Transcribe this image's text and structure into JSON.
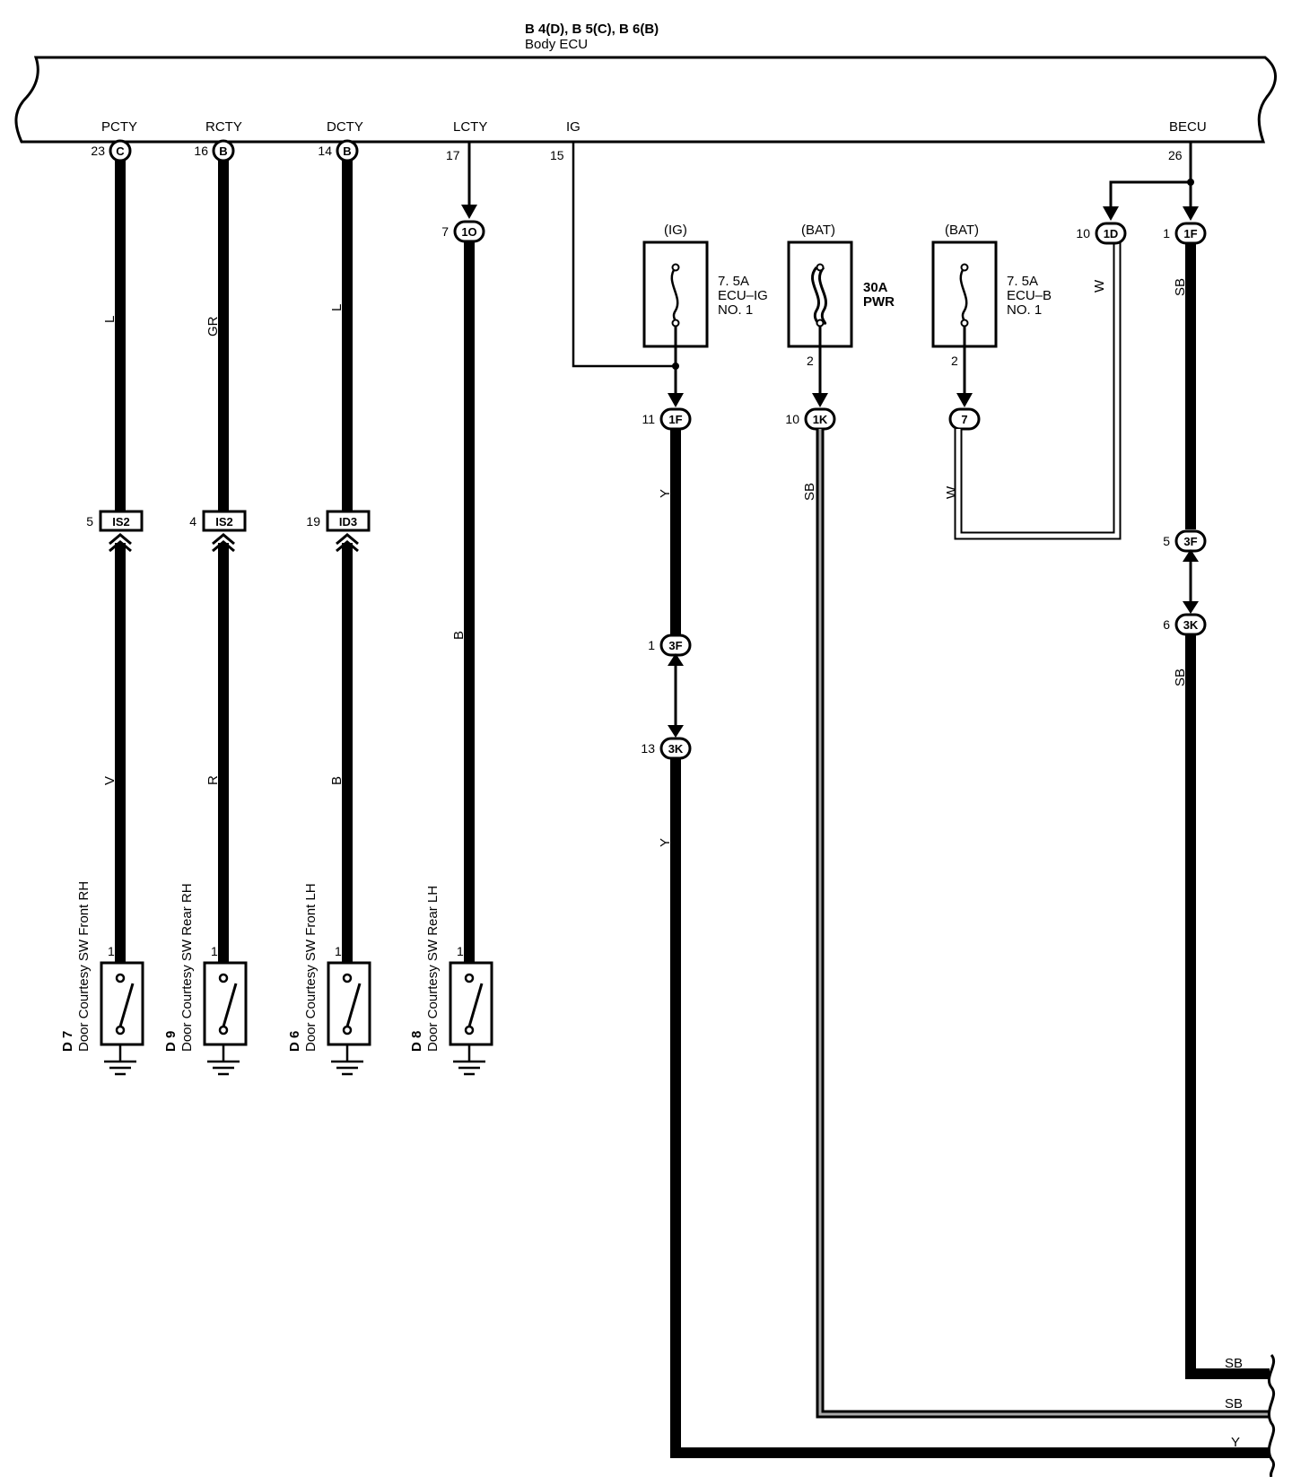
{
  "header": {
    "title": "B 4(D), B 5(C), B 6(B)",
    "subtitle": "Body ECU"
  },
  "ecu_terminals": [
    {
      "name": "PCTY",
      "pin": "23",
      "conn": "C"
    },
    {
      "name": "RCTY",
      "pin": "16",
      "conn": "B"
    },
    {
      "name": "DCTY",
      "pin": "14",
      "conn": "B"
    },
    {
      "name": "LCTY",
      "pin": "17"
    },
    {
      "name": "IG",
      "pin": "15"
    },
    {
      "name": "BECU",
      "pin": "26"
    }
  ],
  "switch_circuits": [
    {
      "upper_wire": "L",
      "junction_pin": "5",
      "junction": "IS2",
      "lower_wire": "V",
      "sw_pin": "1",
      "code": "D 7",
      "name": "Door Courtesy SW Front RH"
    },
    {
      "upper_wire": "GR",
      "junction_pin": "4",
      "junction": "IS2",
      "lower_wire": "R",
      "sw_pin": "1",
      "code": "D 9",
      "name": "Door Courtesy SW Rear RH"
    },
    {
      "upper_wire": "L",
      "junction_pin": "19",
      "junction": "ID3",
      "lower_wire": "B",
      "sw_pin": "1",
      "code": "D 6",
      "name": "Door Courtesy SW Front LH"
    },
    {
      "conn_pin": "7",
      "conn": "1O",
      "wire": "B",
      "sw_pin": "1",
      "code": "D 8",
      "name": "Door Courtesy SW Rear LH"
    }
  ],
  "fuses": [
    {
      "source": "(IG)",
      "rating": "7. 5A",
      "name1": "ECU–IG",
      "name2": "NO. 1"
    },
    {
      "source": "(BAT)",
      "rating": "30A",
      "name1": "PWR",
      "pin": "2"
    },
    {
      "source": "(BAT)",
      "rating": "7. 5A",
      "name1": "ECU–B",
      "name2": "NO. 1",
      "pin": "2"
    }
  ],
  "connectors": {
    "ig_out": {
      "pin": "11",
      "conn": "1F",
      "wire": "Y"
    },
    "ig_j1": {
      "pin": "1",
      "conn": "3F"
    },
    "ig_j2": {
      "pin": "13",
      "conn": "3K",
      "wire": "Y"
    },
    "pwr_out": {
      "pin": "10",
      "conn": "1K",
      "wire": "SB"
    },
    "ecub_out": {
      "conn": "7",
      "wire": "W"
    },
    "becu_1d": {
      "pin": "10",
      "conn": "1D",
      "wire": "W"
    },
    "becu_1f": {
      "pin": "1",
      "conn": "1F",
      "wire": "SB"
    },
    "becu_j1": {
      "pin": "5",
      "conn": "3F"
    },
    "becu_j2": {
      "pin": "6",
      "conn": "3K",
      "wire": "SB"
    }
  },
  "continuation_labels": [
    "SB",
    "SB",
    "Y"
  ]
}
